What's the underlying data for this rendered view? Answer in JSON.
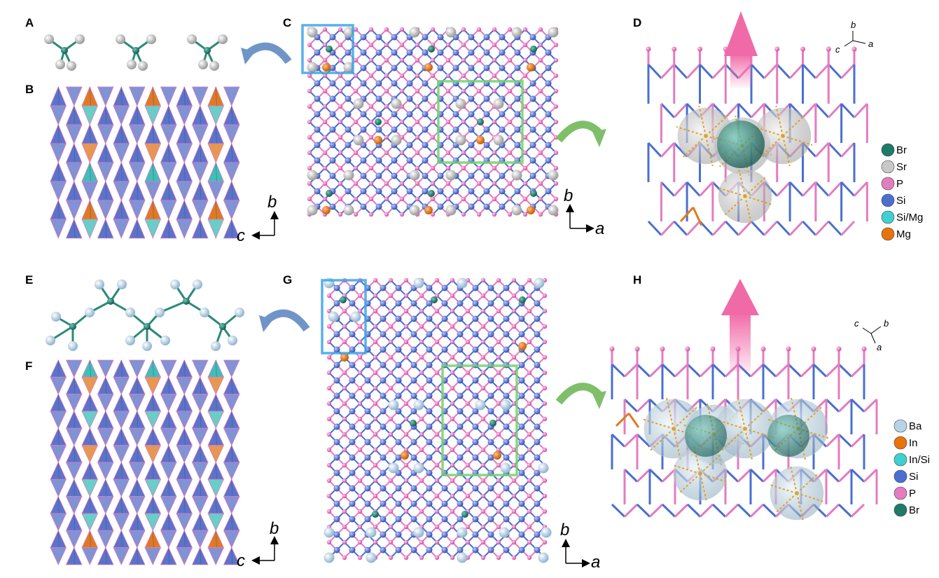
{
  "panels": {
    "A": "A",
    "B": "B",
    "C": "C",
    "D": "D",
    "E": "E",
    "F": "F",
    "G": "G",
    "H": "H"
  },
  "axes": {
    "B": {
      "x": "c",
      "y": "b"
    },
    "C": {
      "x": "a",
      "y": "b"
    },
    "F": {
      "x": "c",
      "y": "b"
    },
    "G": {
      "x": "a",
      "y": "b"
    },
    "D": {
      "top": "b",
      "left": "c",
      "right": "a"
    },
    "H": {
      "left": "c",
      "right": "b",
      "bottom": "a"
    }
  },
  "legend_top": [
    {
      "label": "Br",
      "color": "#1f7a6a"
    },
    {
      "label": "Sr",
      "color": "#c8c8c8"
    },
    {
      "label": "P",
      "color": "#e37cc0"
    },
    {
      "label": "Si",
      "color": "#4a6fd1"
    },
    {
      "label": "Si/Mg",
      "color": "#3fd0d0"
    },
    {
      "label": "Mg",
      "color": "#e8730c"
    }
  ],
  "legend_bottom": [
    {
      "label": "Ba",
      "color": "#b7d3e8"
    },
    {
      "label": "In",
      "color": "#e8730c"
    },
    {
      "label": "In/Si",
      "color": "#3fd0d0"
    },
    {
      "label": "Si",
      "color": "#4a6fd1"
    },
    {
      "label": "P",
      "color": "#e37cc0"
    },
    {
      "label": "Br",
      "color": "#1f7a6a"
    }
  ],
  "colors": {
    "si_polyhedron": "#5b74c9",
    "mg_polyhedron": "#e07a20",
    "cyan_polyhedron": "#3fbfb8",
    "bond_p": "#e37cc0",
    "bond_si": "#4a6fd1",
    "arrow_blue": "#6f95c8",
    "arrow_green": "#7fbf6a",
    "box_blue": "#3aa3e8",
    "box_green": "#6fd46a",
    "big_arrow": "#f06aa8",
    "dashed": "#e0a020"
  }
}
